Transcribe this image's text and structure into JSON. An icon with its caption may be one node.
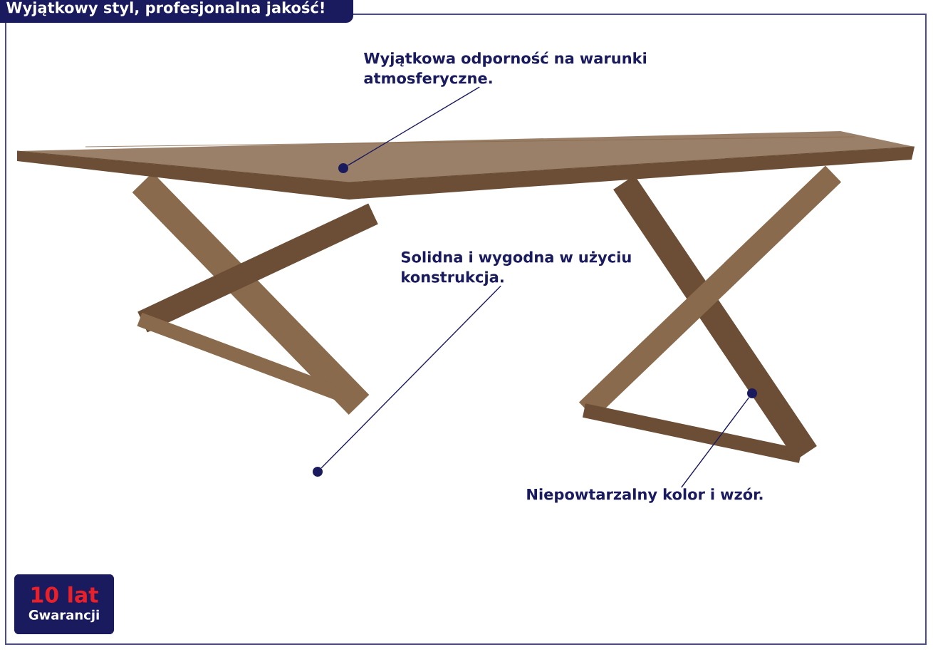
{
  "diagram": {
    "title": "Wyjątkowy styl, profesjonalna jakość!",
    "nodes": [
      {
        "text": [
          "Wyjątkowa odporność na warunki atmosferyczne."
        ]
      },
      {
        "text": [],
        "shape": "circle"
      },
      {
        "text": [
          "Solidna i wygodna w użyciu konstrukcja."
        ]
      },
      {
        "text": [],
        "shape": "circle"
      },
      {
        "text": [
          "Niepowtarzalny kolor i wzór."
        ]
      },
      {
        "text": [],
        "shape": "circle"
      },
      {
        "text": [
          "10 lat",
          "Gwarancji"
        ]
      }
    ],
    "edges": [
      {
        "from": 0,
        "to": 1,
        "arrow": "none"
      },
      {
        "from": 2,
        "to": 3,
        "arrow": "none"
      },
      {
        "from": 4,
        "to": 5,
        "arrow": "none"
      }
    ]
  }
}
